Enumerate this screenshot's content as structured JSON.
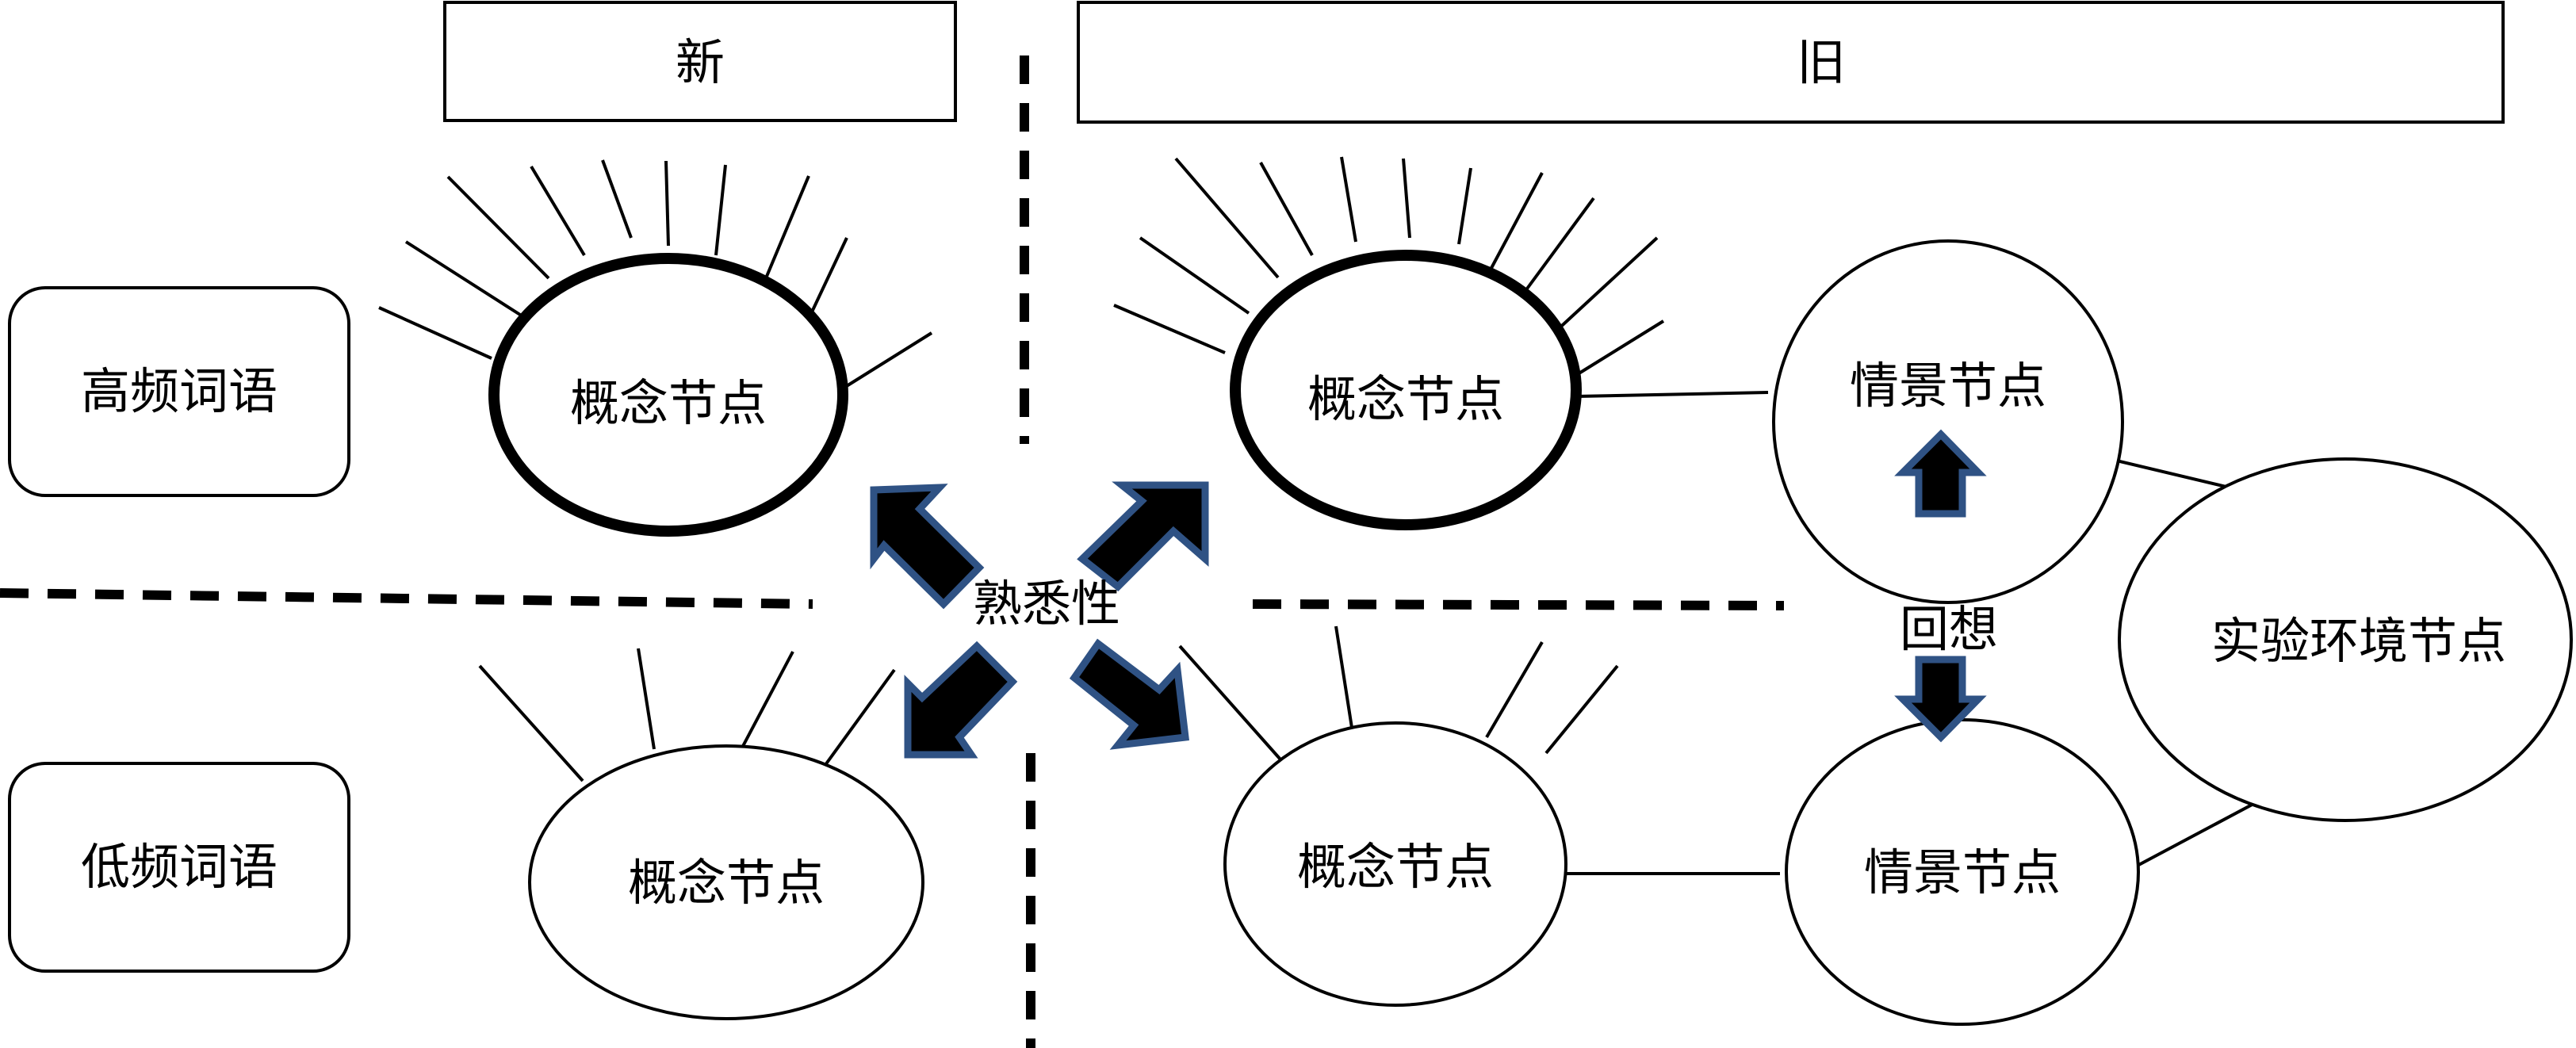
{
  "headers": {
    "new": "新",
    "old": "旧"
  },
  "row_labels": {
    "high_freq": "高频词语",
    "low_freq": "低频词语"
  },
  "nodes": {
    "concept_new_high": "概念节点",
    "concept_old_high": "概念节点",
    "concept_new_low": "概念节点",
    "concept_old_low": "概念节点",
    "episodic_top": "情景节点",
    "episodic_bottom": "情景节点",
    "environment": "实验环境节点"
  },
  "center_label": "熟悉性",
  "recall_label": "回想",
  "colors": {
    "arrow_fill": "#000000",
    "arrow_outline": "#2f5284",
    "line": "#000000"
  }
}
